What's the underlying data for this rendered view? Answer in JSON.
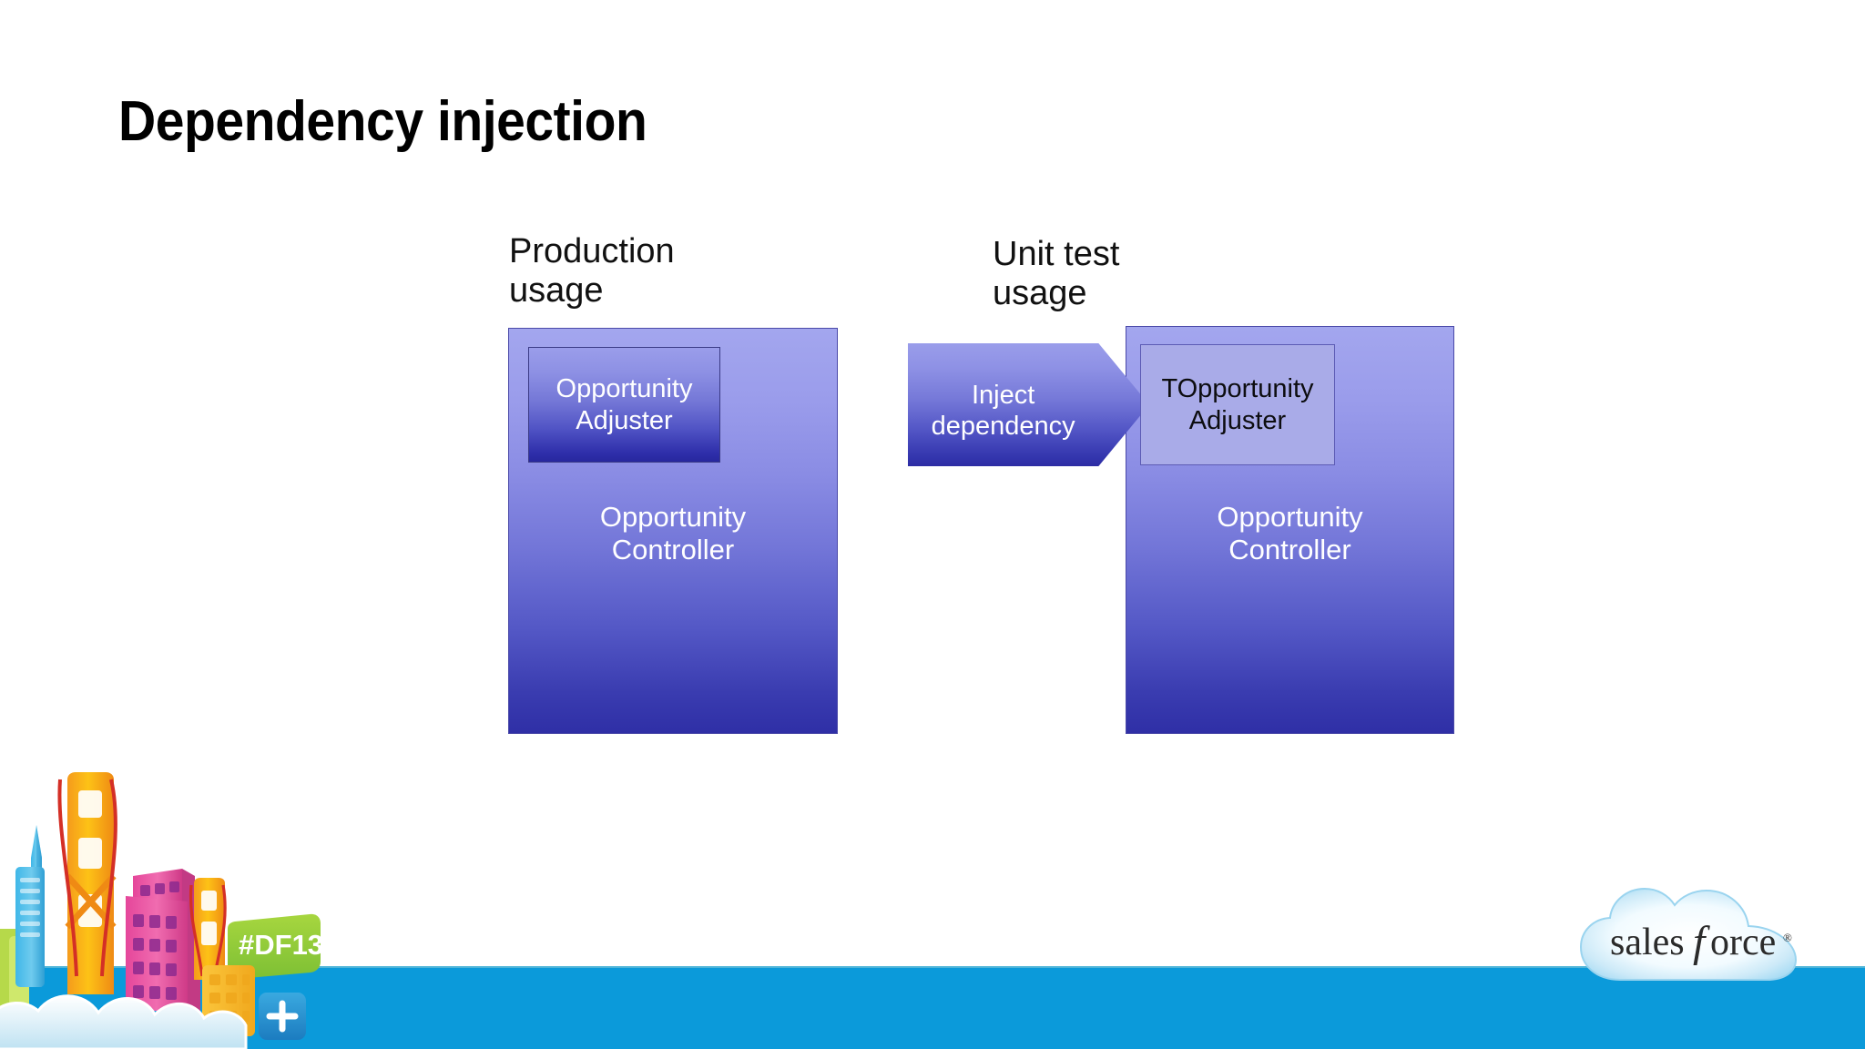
{
  "slide": {
    "title": "Dependency injection",
    "background_color": "#ffffff",
    "accent_color": "#0b9ada",
    "box_border_color": "#4a49a8"
  },
  "diagram": {
    "columns": [
      {
        "caption": "Production\nusage",
        "outer_box_label": "Opportunity\nController",
        "inner_box_label": "Opportunity\nAdjuster",
        "inner_box_text_color": "#ffffff"
      },
      {
        "caption": "Unit test\nusage",
        "outer_box_label": "Opportunity\nController",
        "inner_box_label": "TOpportunity\nAdjuster",
        "inner_box_text_color": "#0d0d10"
      }
    ],
    "arrow": {
      "label": "Inject\ndependency",
      "direction": "right",
      "shape": "chevron-arrow"
    }
  },
  "footer": {
    "bar_color": "#0b9ada",
    "logo_wordmark": "salesforce",
    "logo_registered_mark": "®",
    "artwork_badge": "#DF13",
    "artwork_plus": "+"
  }
}
